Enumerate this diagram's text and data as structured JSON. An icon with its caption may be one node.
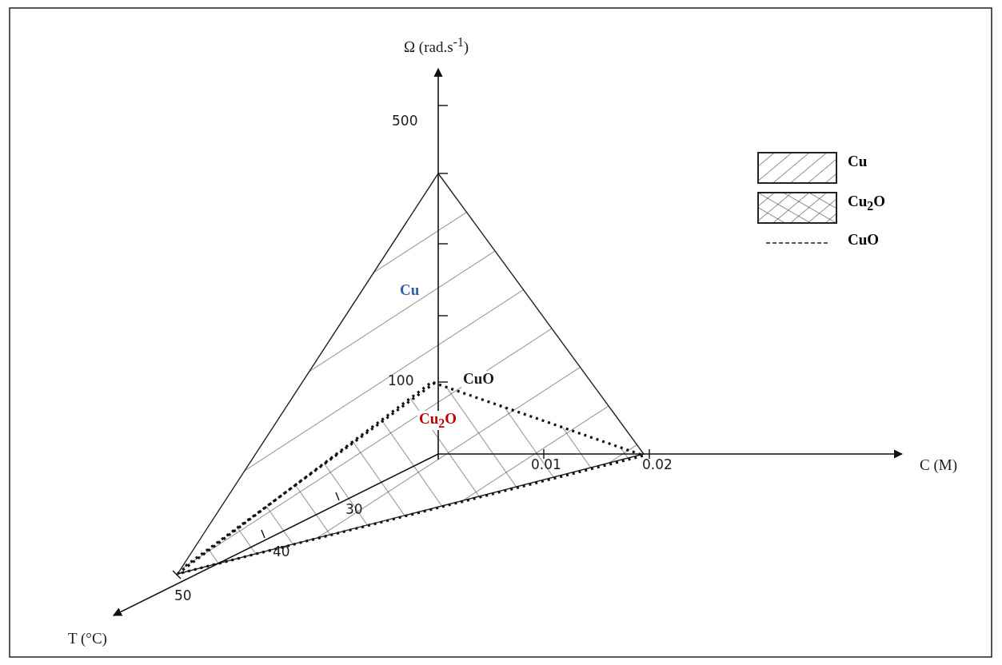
{
  "diagram": {
    "labels": [
      "Ω (rad.s$^{-1}$)",
      "500",
      "Cu",
      "100",
      "CuO",
      "Cu$_{2}$O",
      "0.01",
      "0.02",
      "C (M)",
      "30",
      "40",
      "50",
      "T (°C)"
    ],
    "legend": [
      {
        "text": "Cu"
      },
      {
        "text": "Cu$_{2}$O"
      },
      {
        "text": "CuO"
      }
    ]
  }
}
